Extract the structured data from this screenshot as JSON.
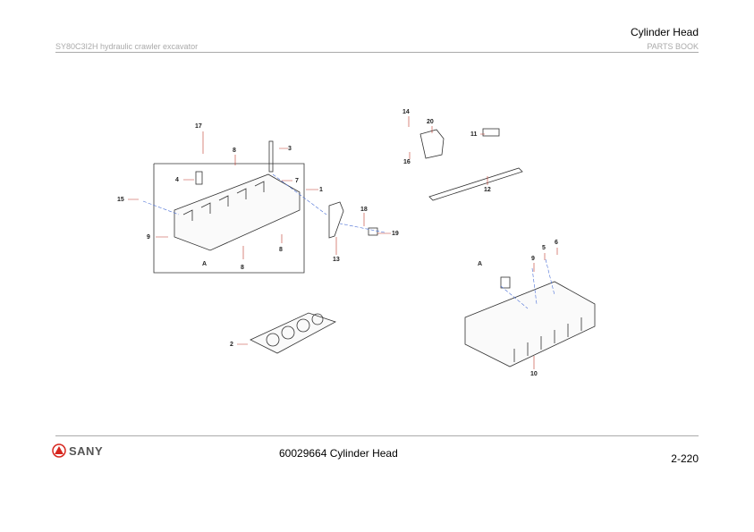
{
  "header": {
    "title": "Cylinder Head",
    "model": "SY80C3I2H hydraulic crawler excavator",
    "book": "PARTS BOOK"
  },
  "footer": {
    "brand": "SANY",
    "drawing_title": "60029664 Cylinder Head",
    "page": "2-220"
  },
  "colors": {
    "callout_line": "#c0392b",
    "leader_blue": "#4a6fd6",
    "rule": "#aaaaaa",
    "logo_red": "#d7261e"
  },
  "callouts": [
    "17",
    "8",
    "3",
    "4",
    "7",
    "1",
    "15",
    "9",
    "A",
    "8",
    "8",
    "18",
    "19",
    "13",
    "14",
    "20",
    "16",
    "11",
    "12",
    "A",
    "9",
    "5",
    "6",
    "10",
    "2"
  ]
}
